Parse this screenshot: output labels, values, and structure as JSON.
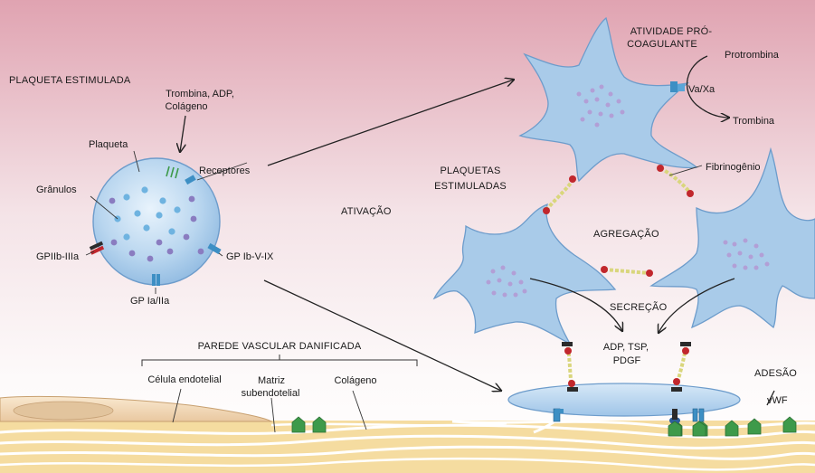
{
  "labels": {
    "plaqueta_estimulada": "PLAQUETA ESTIMULADA",
    "trombina_adp_1": "Trombina, ADP,",
    "trombina_adp_2": "Colágeno",
    "plaqueta": "Plaqueta",
    "receptores": "Receptores",
    "granulos": "Grânulos",
    "gpiib": "GPIIb-IIIa",
    "gpib": "GP Ib-V-IX",
    "gpia": "GP Ia/IIa",
    "ativacao": "ATIVAÇÃO",
    "plaquetas_estimuladas_1": "PLAQUETAS",
    "plaquetas_estimuladas_2": "ESTIMULADAS",
    "atividade_1": "ATIVIDADE PRÓ-",
    "atividade_2": "COAGULANTE",
    "protrombina": "Protrombina",
    "vaxa": "Va/Xa",
    "trombina": "Trombina",
    "fibrinogenio": "Fibrinogênio",
    "agregacao": "AGREGAÇÃO",
    "secrecao": "SECREÇÃO",
    "adp_1": "ADP, TSP,",
    "adp_2": "PDGF",
    "adesao": "ADESÃO",
    "vwf": "vWF",
    "parede": "PAREDE VASCULAR DANIFICADA",
    "celula": "Célula endotelial",
    "matriz_1": "Matriz",
    "matriz_2": "subendotelial",
    "colageno": "Colágeno"
  },
  "colors": {
    "bg_top": "#e3aab6",
    "bg_mid": "#f6e7ea",
    "bg_bottom": "#ffffff",
    "platelet_fill": "#a9cbe9",
    "platelet_stroke": "#5e8fbf",
    "granule_violet": "#8a7cc0",
    "granule_blue": "#6fb3e0",
    "tissue": "#f5dca0",
    "receptor_blue": "#3d8fc4",
    "red": "#c1272d",
    "green": "#3e9a4a"
  }
}
